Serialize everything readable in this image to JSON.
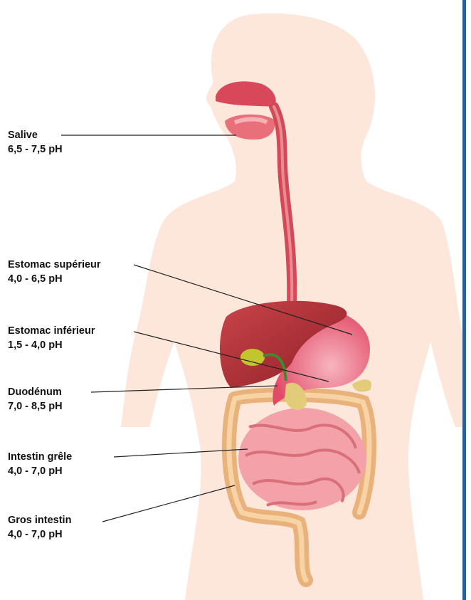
{
  "colors": {
    "skin": "#fde6da",
    "organ_red": "#c33c45",
    "stomach": "#e24b67",
    "intestine": "#f2a2a8",
    "colon": "#f0c28a",
    "rule": "#2a5f9e"
  },
  "labels": [
    {
      "name": "Salive",
      "ph": "6,5 - 7,5 pH"
    },
    {
      "name": "Estomac supérieur",
      "ph": "4,0 - 6,5 pH"
    },
    {
      "name": "Estomac inférieur",
      "ph": "1,5 - 4,0 pH"
    },
    {
      "name": "Duodénum",
      "ph": "7,0 - 8,5 pH"
    },
    {
      "name": "Intestin grêle",
      "ph": "4,0 - 7,0 pH"
    },
    {
      "name": "Gros intestin",
      "ph": "4,0 - 7,0 pH"
    }
  ]
}
